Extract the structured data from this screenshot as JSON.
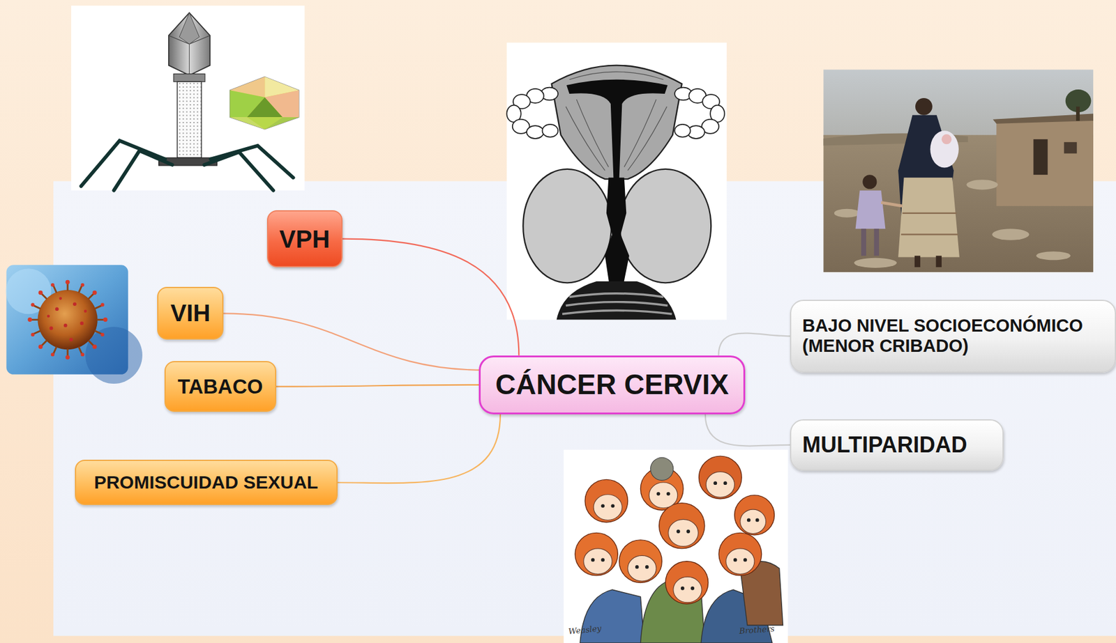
{
  "diagram": {
    "nodes": [
      {
        "text": [
          "VPH"
        ]
      },
      {
        "text": [
          "VIH"
        ]
      },
      {
        "text": [
          "TABACO"
        ]
      },
      {
        "text": [
          "PROMISCUIDAD SEXUAL"
        ]
      },
      {
        "text": [
          "CÁNCER CERVIX"
        ]
      },
      {
        "text": [
          "BAJO NIVEL SOCIOECONÓMICO (MENOR CRIBADO)"
        ]
      },
      {
        "text": [
          "MULTIPARIDAD"
        ]
      }
    ],
    "edges": [
      {
        "from": 0,
        "to": 4,
        "arrow": "none"
      },
      {
        "from": 1,
        "to": 4,
        "arrow": "none"
      },
      {
        "from": 2,
        "to": 4,
        "arrow": "none"
      },
      {
        "from": 3,
        "to": 4,
        "arrow": "none"
      },
      {
        "from": 4,
        "to": 5,
        "arrow": "none"
      },
      {
        "from": 4,
        "to": 6,
        "arrow": "none"
      }
    ],
    "labels": [
      "Weasley",
      "Brothers"
    ]
  }
}
